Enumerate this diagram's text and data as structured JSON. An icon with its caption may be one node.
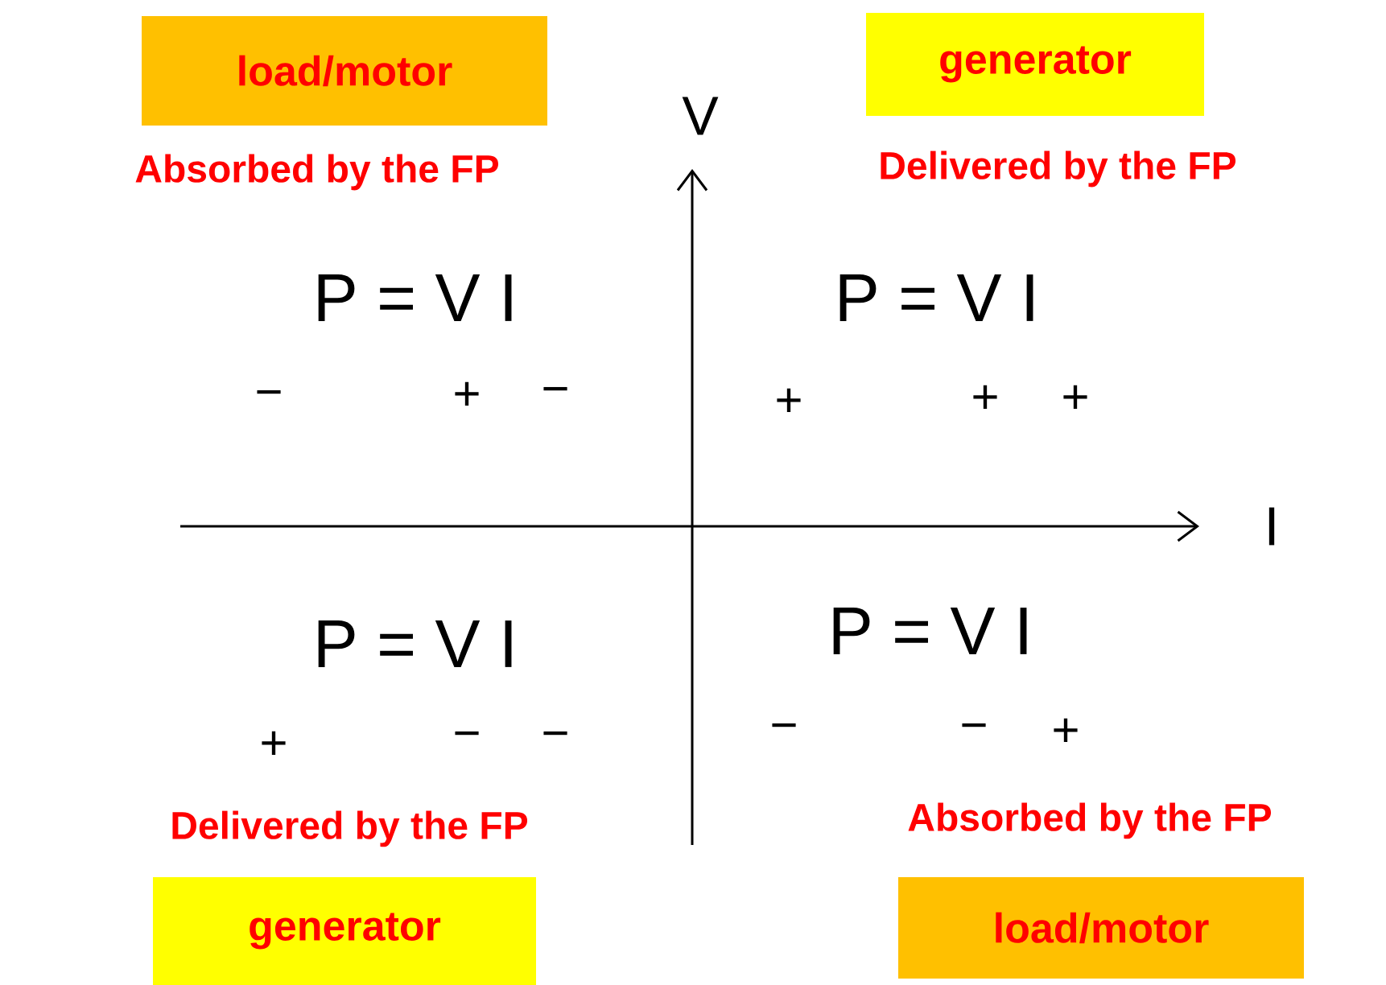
{
  "diagram": {
    "nodes": [
      {
        "text": [
          "load/motor"
        ]
      },
      {
        "text": [
          "generator"
        ]
      },
      {
        "text": [
          "generator"
        ]
      },
      {
        "text": [
          "load/motor"
        ]
      }
    ],
    "edges": [],
    "labels": [
      "V",
      "Absorbed by the FP",
      "Delivered by the FP",
      "P = V I",
      "−",
      "+",
      "−",
      "P = V I",
      "+",
      "+",
      "+",
      "I",
      "P = V I",
      "P = V I",
      "+",
      "−",
      "−",
      "−",
      "−",
      "+",
      "Delivered by the FP",
      "Absorbed by the FP"
    ]
  }
}
